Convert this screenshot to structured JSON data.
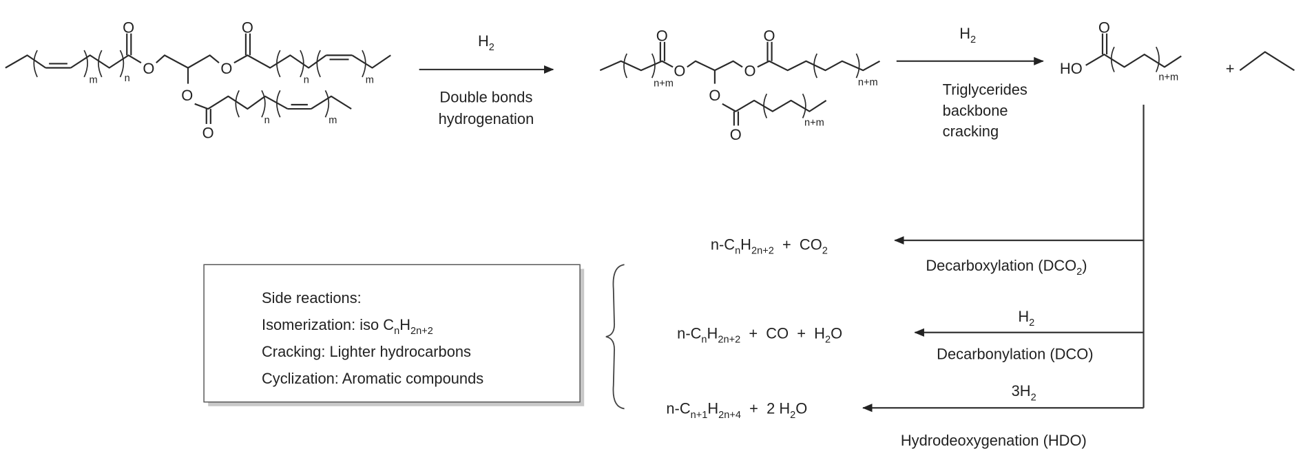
{
  "step1": {
    "reagent": [
      [
        "H",
        0
      ],
      [
        "2",
        1
      ]
    ],
    "label_line1": "Double bonds",
    "label_line2": "hydrogenation"
  },
  "step2": {
    "reagent": [
      [
        "H",
        0
      ],
      [
        "2",
        1
      ]
    ],
    "label_line1": "Triglycerides",
    "label_line2": "backbone",
    "label_line3": "cracking"
  },
  "molecules": {
    "atom_O": "O",
    "acid_HO": "HO",
    "idx_m": "m",
    "idx_n": "n",
    "idx_nm": "n+m",
    "plus": "+"
  },
  "dco2": {
    "products": [
      [
        "n-C",
        0
      ],
      [
        "n",
        1
      ],
      [
        "H",
        0
      ],
      [
        "2n+2",
        1
      ],
      [
        "  +  CO",
        0
      ],
      [
        "2",
        1
      ]
    ],
    "label": [
      [
        "Decarboxylation (DCO",
        0
      ],
      [
        "2",
        1
      ],
      [
        ")",
        0
      ]
    ]
  },
  "dco": {
    "reagent": [
      [
        "H",
        0
      ],
      [
        "2",
        1
      ]
    ],
    "products": [
      [
        "n-C",
        0
      ],
      [
        "n",
        1
      ],
      [
        "H",
        0
      ],
      [
        "2n+2",
        1
      ],
      [
        "  +  CO  +  H",
        0
      ],
      [
        "2",
        1
      ],
      [
        "O",
        0
      ]
    ],
    "label": [
      [
        "Decarbonylation (DCO)",
        0
      ]
    ]
  },
  "hdo": {
    "reagent": [
      [
        "3H",
        0
      ],
      [
        "2",
        1
      ]
    ],
    "products": [
      [
        "n-C",
        0
      ],
      [
        "n+1",
        1
      ],
      [
        "H",
        0
      ],
      [
        "2n+4",
        1
      ],
      [
        "  +  2 H",
        0
      ],
      [
        "2",
        1
      ],
      [
        "O",
        0
      ]
    ],
    "label": [
      [
        "Hydrodeoxygenation (HDO)",
        0
      ]
    ]
  },
  "side_reactions": {
    "lines": [
      [
        [
          "Side reactions:",
          0
        ]
      ],
      [
        [
          "Isomerization: iso C",
          0
        ],
        [
          "n",
          1
        ],
        [
          "H",
          0
        ],
        [
          "2n+2",
          1
        ]
      ],
      [
        [
          "Cracking: Lighter hydrocarbons",
          0
        ]
      ],
      [
        [
          "Cyclization: Aromatic compounds",
          0
        ]
      ]
    ]
  }
}
